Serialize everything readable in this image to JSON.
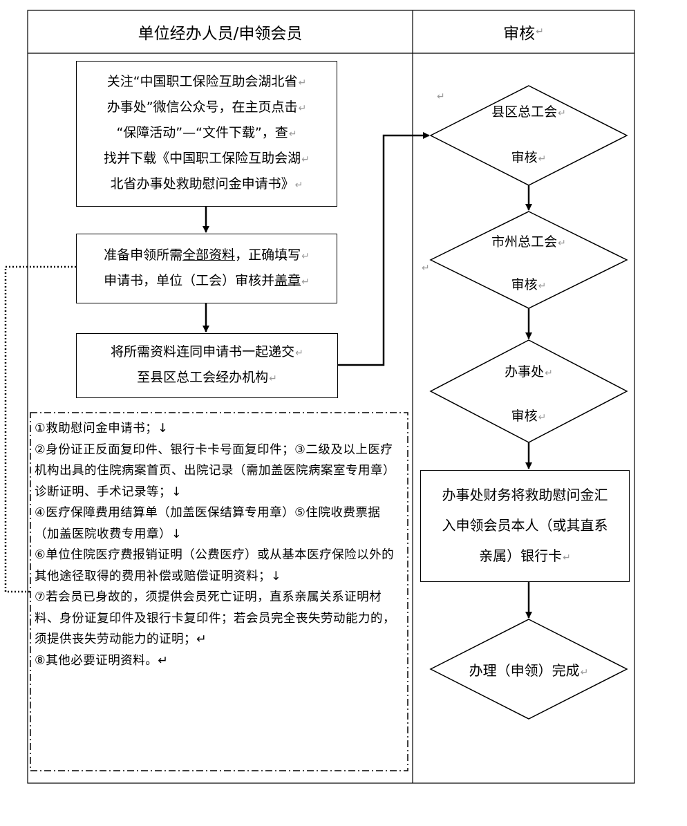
{
  "columns": {
    "left_header": "单位经办人员/申领会员",
    "right_header": "审核"
  },
  "paragraph_mark": "↵",
  "boxes": {
    "step1": {
      "line1": "关注“中国职工保险互助会湖北省",
      "line2": "办事处”微信公众号，在主页点击",
      "line3": "“保障活动”—“文件下载”，查",
      "line4": "找并下载《中国职工保险互助会湖",
      "line5": "北省办事处救助慰问金申请书》"
    },
    "step2": {
      "line1_pre": "准备申领所需",
      "line1_underlined": "全部资料",
      "line1_post": "，正确填写",
      "line2_pre": "申请书，单位（工会）审核并",
      "line2_underlined": "盖章"
    },
    "step3": {
      "line1": "将所需资料连同申请书一起递交",
      "line2": "至县区总工会经办机构"
    },
    "finance": {
      "line1": "办事处财务将救助慰问金汇",
      "line2": "入申领会员本人（或其直系",
      "line3": "亲属）银行卡"
    }
  },
  "diamonds": {
    "county": {
      "line1": "县区总工会",
      "line2": "审核"
    },
    "city": {
      "line1": "市州总工会",
      "line2": "审核"
    },
    "office": {
      "line1": "办事处",
      "line2": "审核"
    },
    "done": {
      "line1": "办理（申领）完成"
    }
  },
  "requirements": [
    "①救助慰问金申请书；↓",
    "②身份证正反面复印件、银行卡卡号面复印件；③二级及以上医疗机构出具的住院病案首页、出院记录（需加盖医院病案室专用章）诊断证明、手术记录等；↓",
    "④医疗保障费用结算单（加盖医保结算专用章）⑤住院收费票据（加盖医院收费专用章）↓",
    "⑥单位住院医疗费报销证明（公费医疗）或从基本医疗保险以外的其他途径取得的费用补偿或赔偿证明资料；↓",
    "⑦若会员已身故的，须提供会员死亡证明，直系亲属关系证明材料、身份证复印件及银行卡复印件；若会员完全丧失劳动能力的，须提供丧失劳动能力的证明；↵",
    "⑧其他必要证明资料。↵"
  ]
}
